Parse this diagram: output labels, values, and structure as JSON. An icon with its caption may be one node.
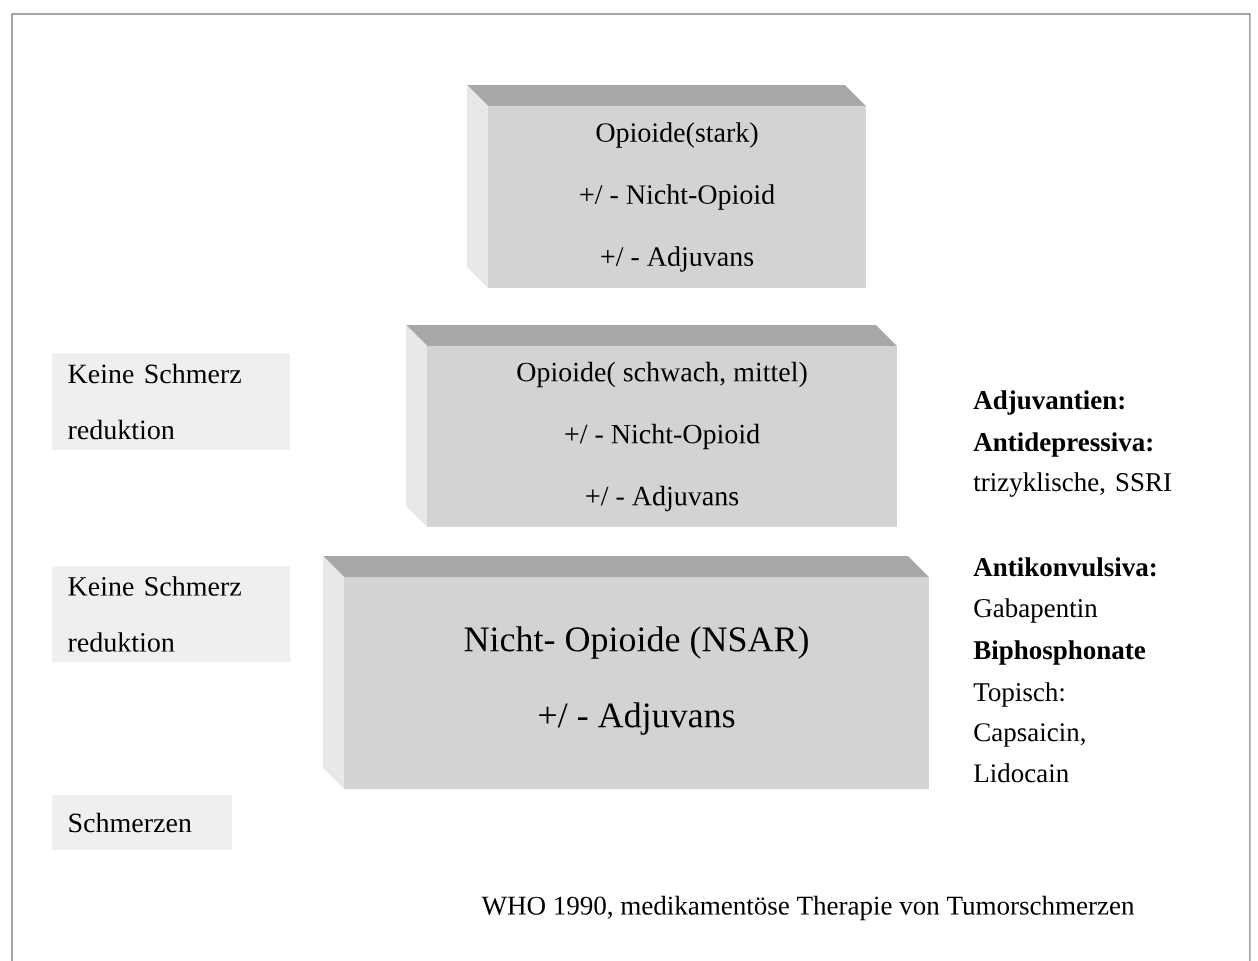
{
  "diagram": {
    "caption": "WHO 1990, medikamentöse Therapie von Tumorschmerzen",
    "nodes": [
      {
        "text": [
          "Opioide(stark)",
          "+/ - Nicht-Opioid",
          "+/ - Adjuvans"
        ]
      },
      {
        "text": [
          "Opioide( schwach, mittel)",
          "+/ - Nicht-Opioid",
          "+/ - Adjuvans"
        ]
      },
      {
        "text": [
          "Nicht- Opioide (NSAR)",
          "+/ - Adjuvans"
        ]
      },
      {
        "text": [
          "Keine Schmerz reduktion"
        ]
      },
      {
        "text": [
          "Keine Schmerz reduktion"
        ]
      },
      {
        "text": [
          "Schmerzen"
        ]
      }
    ],
    "edges": [],
    "labels": [
      "Adjuvantien:",
      "Antidepressiva:",
      "trizyklische, SSRI",
      "Antikonvulsiva:",
      "Gabapentin",
      "Biphosphonate",
      "Topisch:",
      "Capsaicin, Lidocain"
    ]
  }
}
